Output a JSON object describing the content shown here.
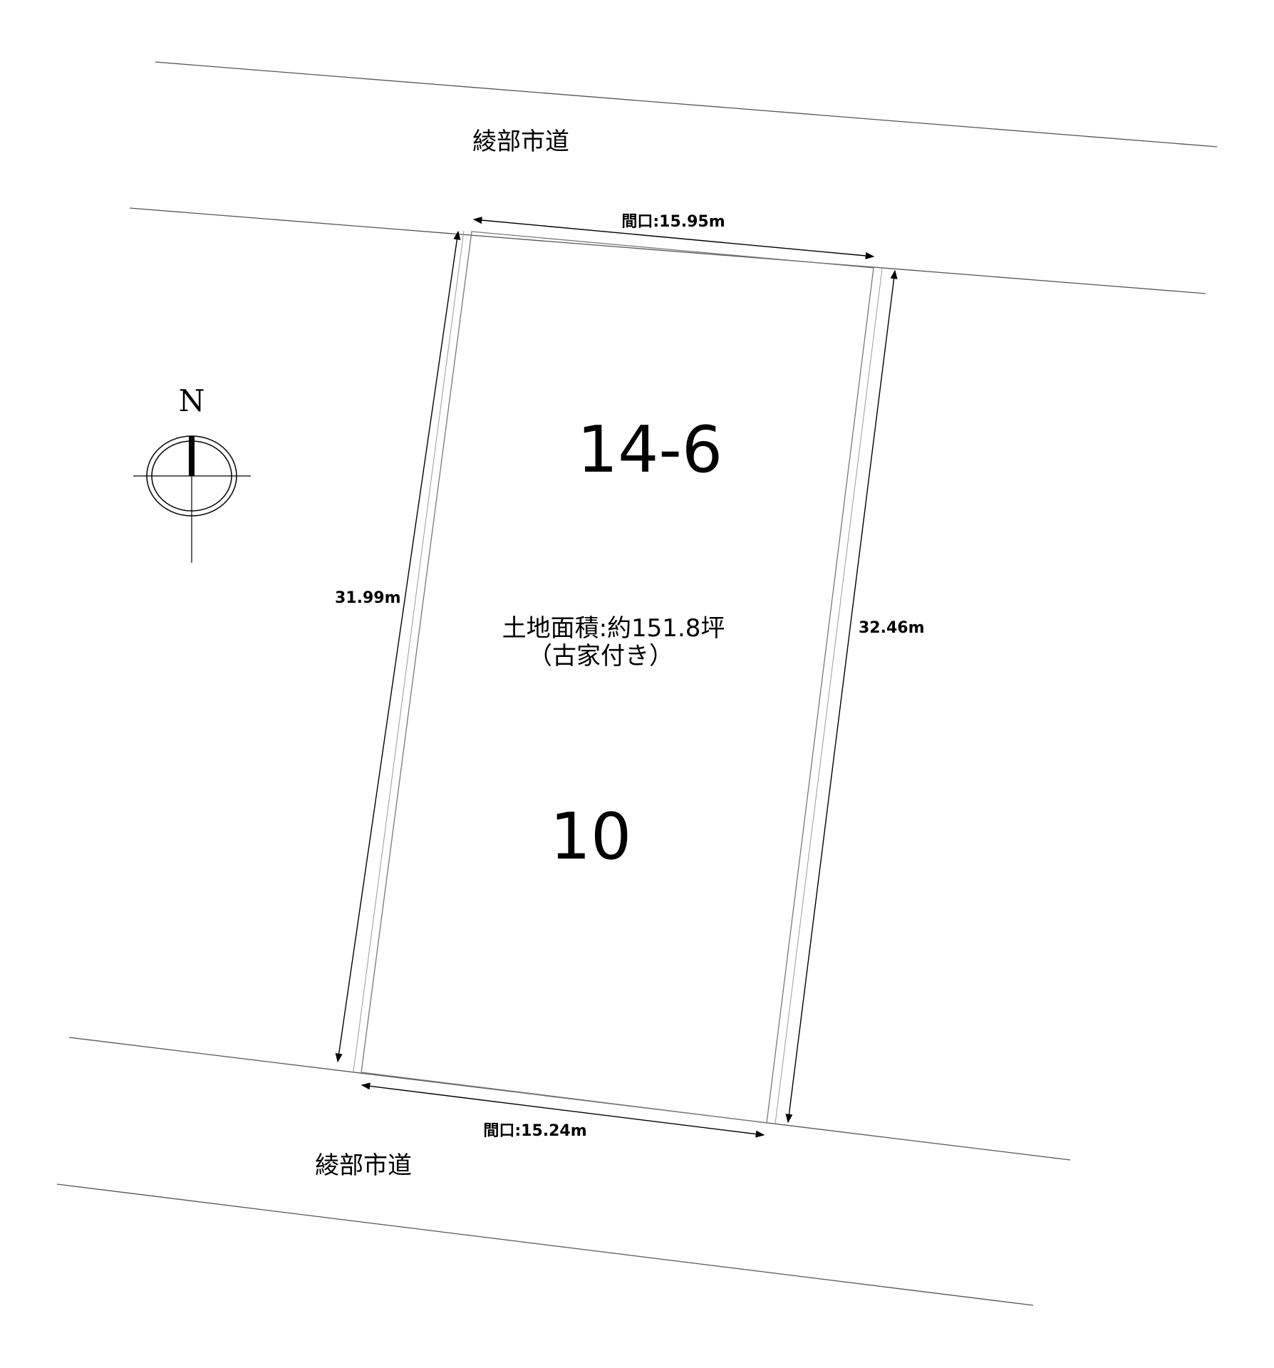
{
  "roads": {
    "top_name": "綾部市道",
    "bottom_name": "綾部市道"
  },
  "compass": {
    "label": "N",
    "icon": "north-arrow-icon"
  },
  "lot": {
    "number_top": "14-6",
    "number_bottom": "10",
    "area_text": "土地面積:約151.8坪",
    "note_text": "（古家付き）"
  },
  "dimensions": {
    "frontage_top": "間口:15.95m",
    "frontage_bottom": "間口:15.24m",
    "left_side": "31.99m",
    "right_side": "32.46m"
  }
}
